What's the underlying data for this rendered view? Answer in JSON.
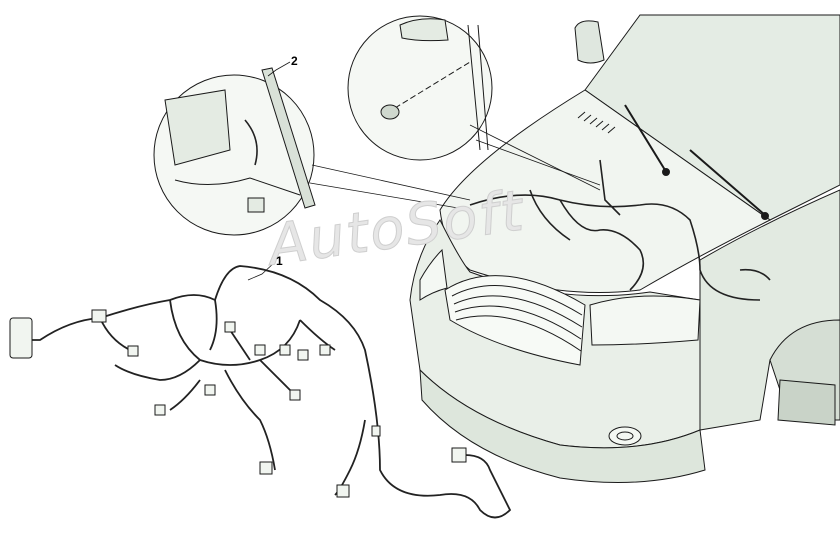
{
  "callouts": [
    {
      "label": "1",
      "part": "engine-compartment-wiring-harness"
    },
    {
      "label": "2",
      "part": "hood-hinge-harness-section"
    }
  ],
  "watermark": "AutoSoft",
  "colors": {
    "body_fill": "#eef3ee",
    "body_shade": "#dde6dc",
    "line": "#1a1a1a",
    "harness": "#222222",
    "background": "#ffffff"
  }
}
